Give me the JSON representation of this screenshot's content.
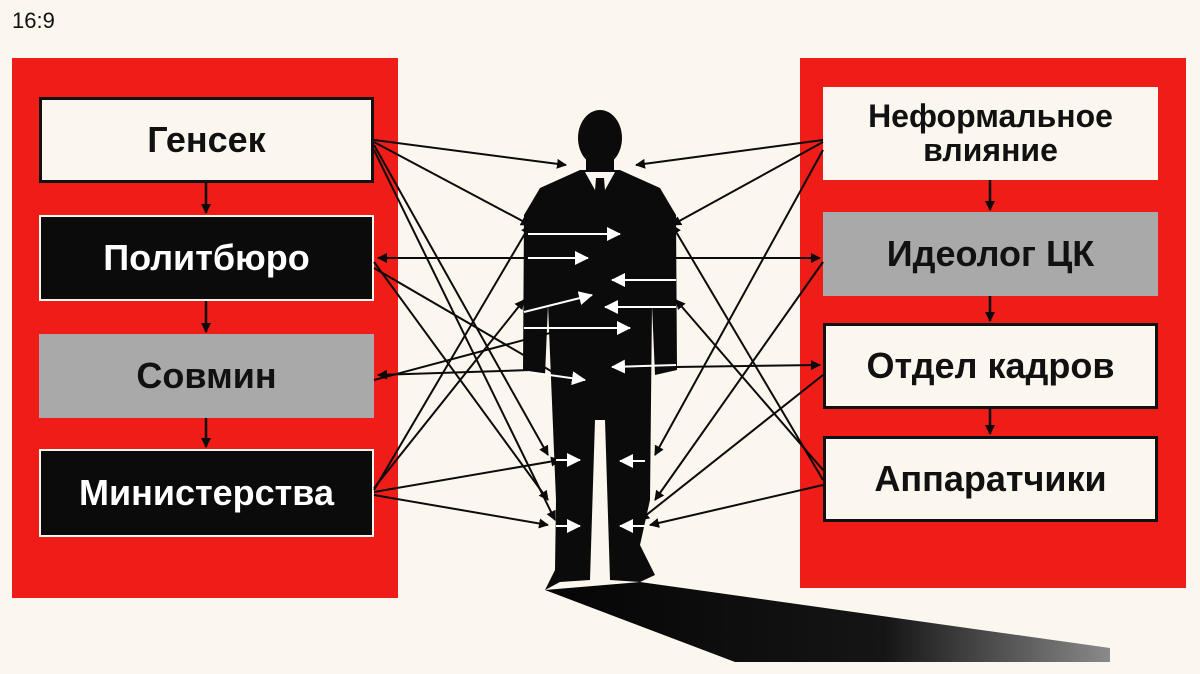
{
  "aspect_label": "16:9",
  "left_panel": {
    "items": [
      {
        "label": "Генсек",
        "style": "white"
      },
      {
        "label": "Политбюро",
        "style": "black"
      },
      {
        "label": "Совмин",
        "style": "gray"
      },
      {
        "label": "Министерства",
        "style": "black"
      }
    ]
  },
  "right_panel": {
    "items": [
      {
        "label": "Неформальное влияние",
        "style": "white"
      },
      {
        "label": "Идеолог ЦК",
        "style": "gray"
      },
      {
        "label": "Отдел кадров",
        "style": "white"
      },
      {
        "label": "Аппаратчики",
        "style": "white"
      }
    ]
  },
  "center": {
    "figure": "silhouette-man-in-suit",
    "shadow": "long-shadow-right"
  },
  "colors": {
    "panel_red": "#ef1c17",
    "background": "#fbf7ef",
    "black": "#0b0b0b",
    "gray": "#a9a9a9"
  }
}
